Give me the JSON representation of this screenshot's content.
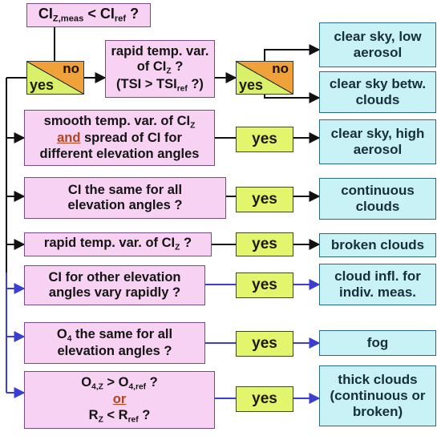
{
  "top": {
    "a": "CI",
    "a_sub": "Z,meas",
    "b": " < CI",
    "b_sub": "ref",
    "c": " ?"
  },
  "decision": {
    "yes": "yes",
    "no": "no"
  },
  "rapid": {
    "l1": "rapid temp. var.",
    "l2a": "of CI",
    "l2_sub": "Z",
    "l2b": " ?",
    "l3a": "(TSI > TSI",
    "l3_sub": "ref",
    "l3b": " ?)"
  },
  "q_smooth": {
    "l1a": "smooth temp. var. of CI",
    "l1_sub": "Z",
    "l2_ul": "and",
    "l2b": " spread of CI for",
    "l3": "different elevation angles"
  },
  "q_same": {
    "l1": "CI the same for all",
    "l2": "elevation angles ?"
  },
  "q_rapid2": {
    "a": "rapid temp. var. of CI",
    "sub": "Z",
    "b": " ?"
  },
  "q_other": {
    "l1": "CI for other elevation",
    "l2": "angles vary rapidly ?"
  },
  "q_o4": {
    "l1a": "O",
    "l1_sub": "4",
    "l1b": " the same for all",
    "l2": "elevation angles ?"
  },
  "q_thick": {
    "l1a": "O",
    "l1_sub": "4,Z",
    "l1b": " > O",
    "l1_sub2": "4,ref",
    "l1c": " ?",
    "l2_ul": "or",
    "l3a": "R",
    "l3_sub": "Z",
    "l3b": " < R",
    "l3_sub2": "ref",
    "l3c": " ?"
  },
  "yes_label": "yes",
  "results": {
    "clear_low": [
      "clear sky, low",
      "aerosol"
    ],
    "between": [
      "clear sky betw.",
      "clouds"
    ],
    "clear_high": [
      "clear sky, high",
      "aerosol"
    ],
    "continuous": [
      "continuous",
      "clouds"
    ],
    "broken": [
      "broken clouds"
    ],
    "cloud_infl": [
      "cloud infl. for",
      "indiv. meas."
    ],
    "fog": [
      "fog"
    ],
    "thick": [
      "thick clouds",
      "(continuous or",
      "broken)"
    ]
  },
  "colors": {
    "question_fill": "#f7d2f2",
    "result_fill": "#c8f2f6",
    "yes_fill": "#e3f56c",
    "decision_no_fill": "#f0a23a",
    "underline_text": "#b5421c",
    "black_arrow": "#111111",
    "blue_arrow": "#3b3fcf"
  }
}
